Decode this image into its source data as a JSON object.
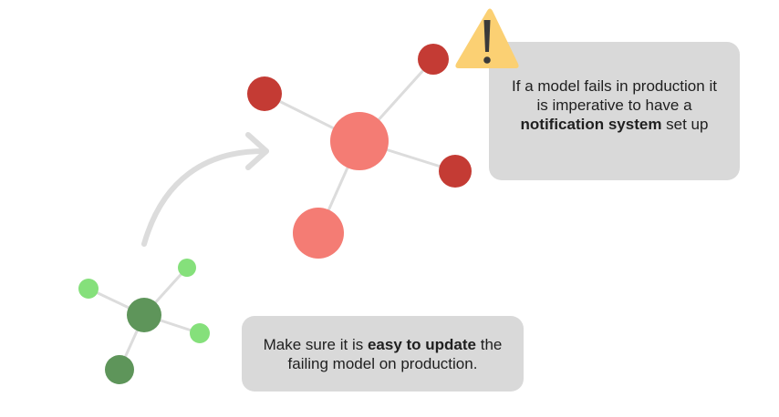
{
  "colors": {
    "background": "#ffffff",
    "callout_bg": "#d9d9d9",
    "edge": "#dcdcdc",
    "arrow": "#dcdcdc",
    "green_dark": "#5e955a",
    "green_light": "#85e07b",
    "red_dark": "#c43b34",
    "red_light": "#f47c74",
    "warning_yellow": "#fbd073",
    "warning_mark": "#3a3a3a"
  },
  "icons": {
    "warning": "warning-triangle-icon",
    "arrow": "curved-arrow-icon"
  },
  "callouts": {
    "notification": {
      "line1": "If a model fails in production it",
      "line2": "is imperative to have a",
      "line3_bold": "notification system",
      "line3_rest": " set up"
    },
    "update": {
      "line1_pre": "Make sure it is ",
      "line1_bold": "easy to update",
      "line1_post": " the",
      "line2": "failing model on production."
    }
  }
}
